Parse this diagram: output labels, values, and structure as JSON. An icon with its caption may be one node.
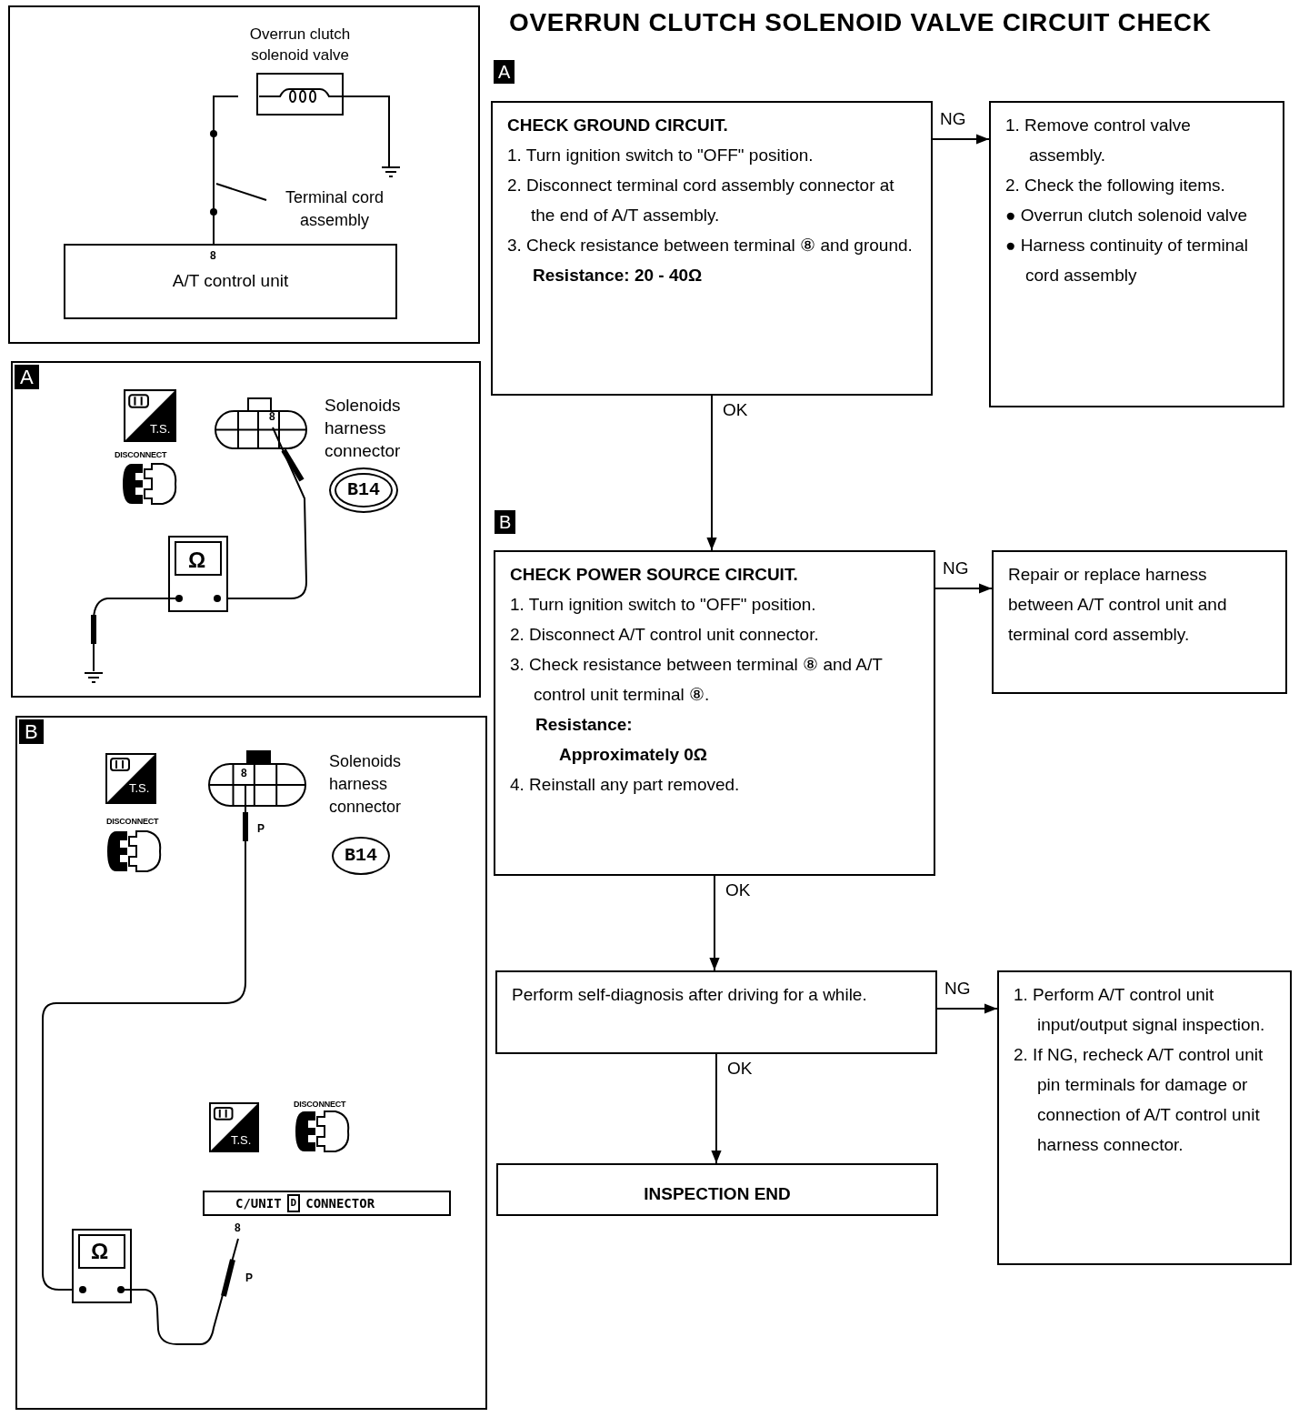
{
  "diagram": {
    "title": "OVERRUN CLUTCH SOLENOID VALVE CIRCUIT CHECK",
    "nodes": [
      {
        "text": [
          "**CHECK GROUND CIRCUIT.**",
          "1. Turn ignition switch to \"OFF\" position.",
          "2. Disconnect terminal cord assembly connector at the end of A/T assembly.",
          "3. Check resistance between terminal ⑧ and ground.",
          "**Resistance: 20 - 40Ω**"
        ]
      },
      {
        "text": [
          "1. Remove control valve assembly.",
          "2. Check the following items.",
          "● Overrun clutch solenoid valve",
          "● Harness continuity of terminal cord assembly"
        ]
      },
      {
        "text": [
          "**CHECK POWER SOURCE CIRCUIT.**",
          "1. Turn ignition switch to \"OFF\" position.",
          "2. Disconnect A/T control unit connector.",
          "3. Check resistance between terminal ⑧ and A/T control unit terminal ⑧.",
          "**Resistance:**",
          "**Approximately 0Ω**",
          "4. Reinstall any part removed."
        ]
      },
      {
        "text": [
          "Repair or replace harness between A/T control unit and terminal cord assembly."
        ]
      },
      {
        "text": [
          "Perform self-diagnosis after driving for a while."
        ]
      },
      {
        "text": [
          "1. Perform A/T control unit input/output signal inspection.",
          "2. If NG, recheck A/T control unit pin terminals for damage or connection of A/T control unit harness connector."
        ]
      },
      {
        "text": [
          "INSPECTION END"
        ]
      },
      {
        "text": [
          "Overrun clutch solenoid valve"
        ]
      },
      {
        "text": [
          "Terminal cord assembly"
        ]
      },
      {
        "text": [
          "A/T control unit"
        ]
      },
      {
        "text": [
          "A"
        ]
      },
      {
        "text": [
          "B14"
        ],
        "in": 10
      },
      {
        "text": [
          "B"
        ]
      },
      {
        "text": [
          "B14"
        ],
        "in": 12
      },
      {
        "text": [
          "C/UNIT",
          "D",
          "CONNECTOR"
        ],
        "in": 12
      }
    ],
    "edges": [
      {
        "from": 0,
        "to": 1,
        "arrow": "to",
        "label": "NG"
      },
      {
        "from": 0,
        "to": 2,
        "arrow": "to",
        "label": "OK"
      },
      {
        "from": 2,
        "to": 3,
        "arrow": "to",
        "label": "NG"
      },
      {
        "from": 2,
        "to": 4,
        "arrow": "to",
        "label": "OK"
      },
      {
        "from": 4,
        "to": 5,
        "arrow": "to",
        "label": "NG"
      },
      {
        "from": 4,
        "to": 6,
        "arrow": "to",
        "label": "OK"
      },
      {
        "from": 7,
        "to": 9,
        "arrow": "none"
      },
      {
        "from": 8,
        "to": null,
        "arrow": "none"
      }
    ],
    "labels": [
      "8",
      "T.S.",
      "DISCONNECT",
      "8",
      "Solenoids harness connector",
      "Ω",
      "A",
      "B",
      "T.S.",
      "DISCONNECT",
      "8",
      "P",
      "Solenoids harness connector",
      "T.S.",
      "DISCONNECT",
      "8",
      "P",
      "Ω"
    ]
  }
}
